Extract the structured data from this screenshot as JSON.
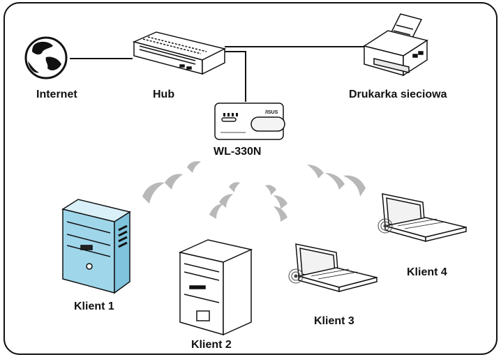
{
  "labels": {
    "internet": "Internet",
    "hub": "Hub",
    "printer": "Drukarka sieciowa",
    "router": "WL-330N",
    "client1": "Klient 1",
    "client2": "Klient 2",
    "client3": "Klient 3",
    "client4": "Klient 4"
  },
  "device_text": {
    "router_brand": "/ISUS"
  },
  "colors": {
    "outline": "#111111",
    "desktop_blue": "#9fd6ea",
    "wave_gray": "#b5b5b5"
  }
}
